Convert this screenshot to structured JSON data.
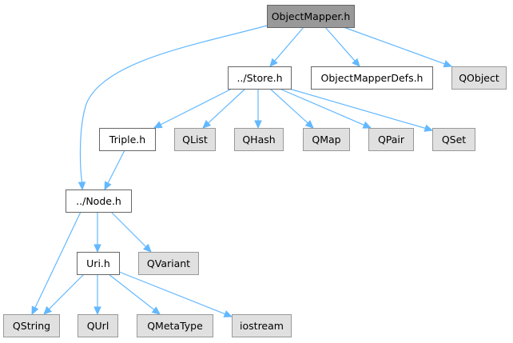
{
  "colors": {
    "root_fill": "#999999",
    "root_border": "#666666",
    "local_fill": "#ffffff",
    "local_border": "#666666",
    "external_fill": "#e0e0e0",
    "external_border": "#999999",
    "edge": "#63b8ff"
  },
  "nodes": [
    {
      "id": "objectmapper",
      "label": "ObjectMapper.h",
      "kind": "root"
    },
    {
      "id": "store",
      "label": "../Store.h",
      "kind": "local"
    },
    {
      "id": "objectmapperdefs",
      "label": "ObjectMapperDefs.h",
      "kind": "local"
    },
    {
      "id": "qobject",
      "label": "QObject",
      "kind": "external"
    },
    {
      "id": "triple",
      "label": "Triple.h",
      "kind": "local"
    },
    {
      "id": "qlist",
      "label": "QList",
      "kind": "external"
    },
    {
      "id": "qhash",
      "label": "QHash",
      "kind": "external"
    },
    {
      "id": "qmap",
      "label": "QMap",
      "kind": "external"
    },
    {
      "id": "qpair",
      "label": "QPair",
      "kind": "external"
    },
    {
      "id": "qset",
      "label": "QSet",
      "kind": "external"
    },
    {
      "id": "node",
      "label": "../Node.h",
      "kind": "local"
    },
    {
      "id": "uri",
      "label": "Uri.h",
      "kind": "local"
    },
    {
      "id": "qvariant",
      "label": "QVariant",
      "kind": "external"
    },
    {
      "id": "qstring",
      "label": "QString",
      "kind": "external"
    },
    {
      "id": "qurl",
      "label": "QUrl",
      "kind": "external"
    },
    {
      "id": "qmetatype",
      "label": "QMetaType",
      "kind": "external"
    },
    {
      "id": "iostream",
      "label": "iostream",
      "kind": "external"
    }
  ],
  "edges": [
    {
      "from": "objectmapper",
      "to": "node"
    },
    {
      "from": "objectmapper",
      "to": "store"
    },
    {
      "from": "objectmapper",
      "to": "objectmapperdefs"
    },
    {
      "from": "objectmapper",
      "to": "qobject"
    },
    {
      "from": "store",
      "to": "triple"
    },
    {
      "from": "store",
      "to": "qlist"
    },
    {
      "from": "store",
      "to": "qhash"
    },
    {
      "from": "store",
      "to": "qmap"
    },
    {
      "from": "store",
      "to": "qpair"
    },
    {
      "from": "store",
      "to": "qset"
    },
    {
      "from": "triple",
      "to": "node"
    },
    {
      "from": "node",
      "to": "uri"
    },
    {
      "from": "node",
      "to": "qvariant"
    },
    {
      "from": "node",
      "to": "qstring"
    },
    {
      "from": "uri",
      "to": "qstring"
    },
    {
      "from": "uri",
      "to": "qurl"
    },
    {
      "from": "uri",
      "to": "qmetatype"
    },
    {
      "from": "uri",
      "to": "iostream"
    }
  ]
}
